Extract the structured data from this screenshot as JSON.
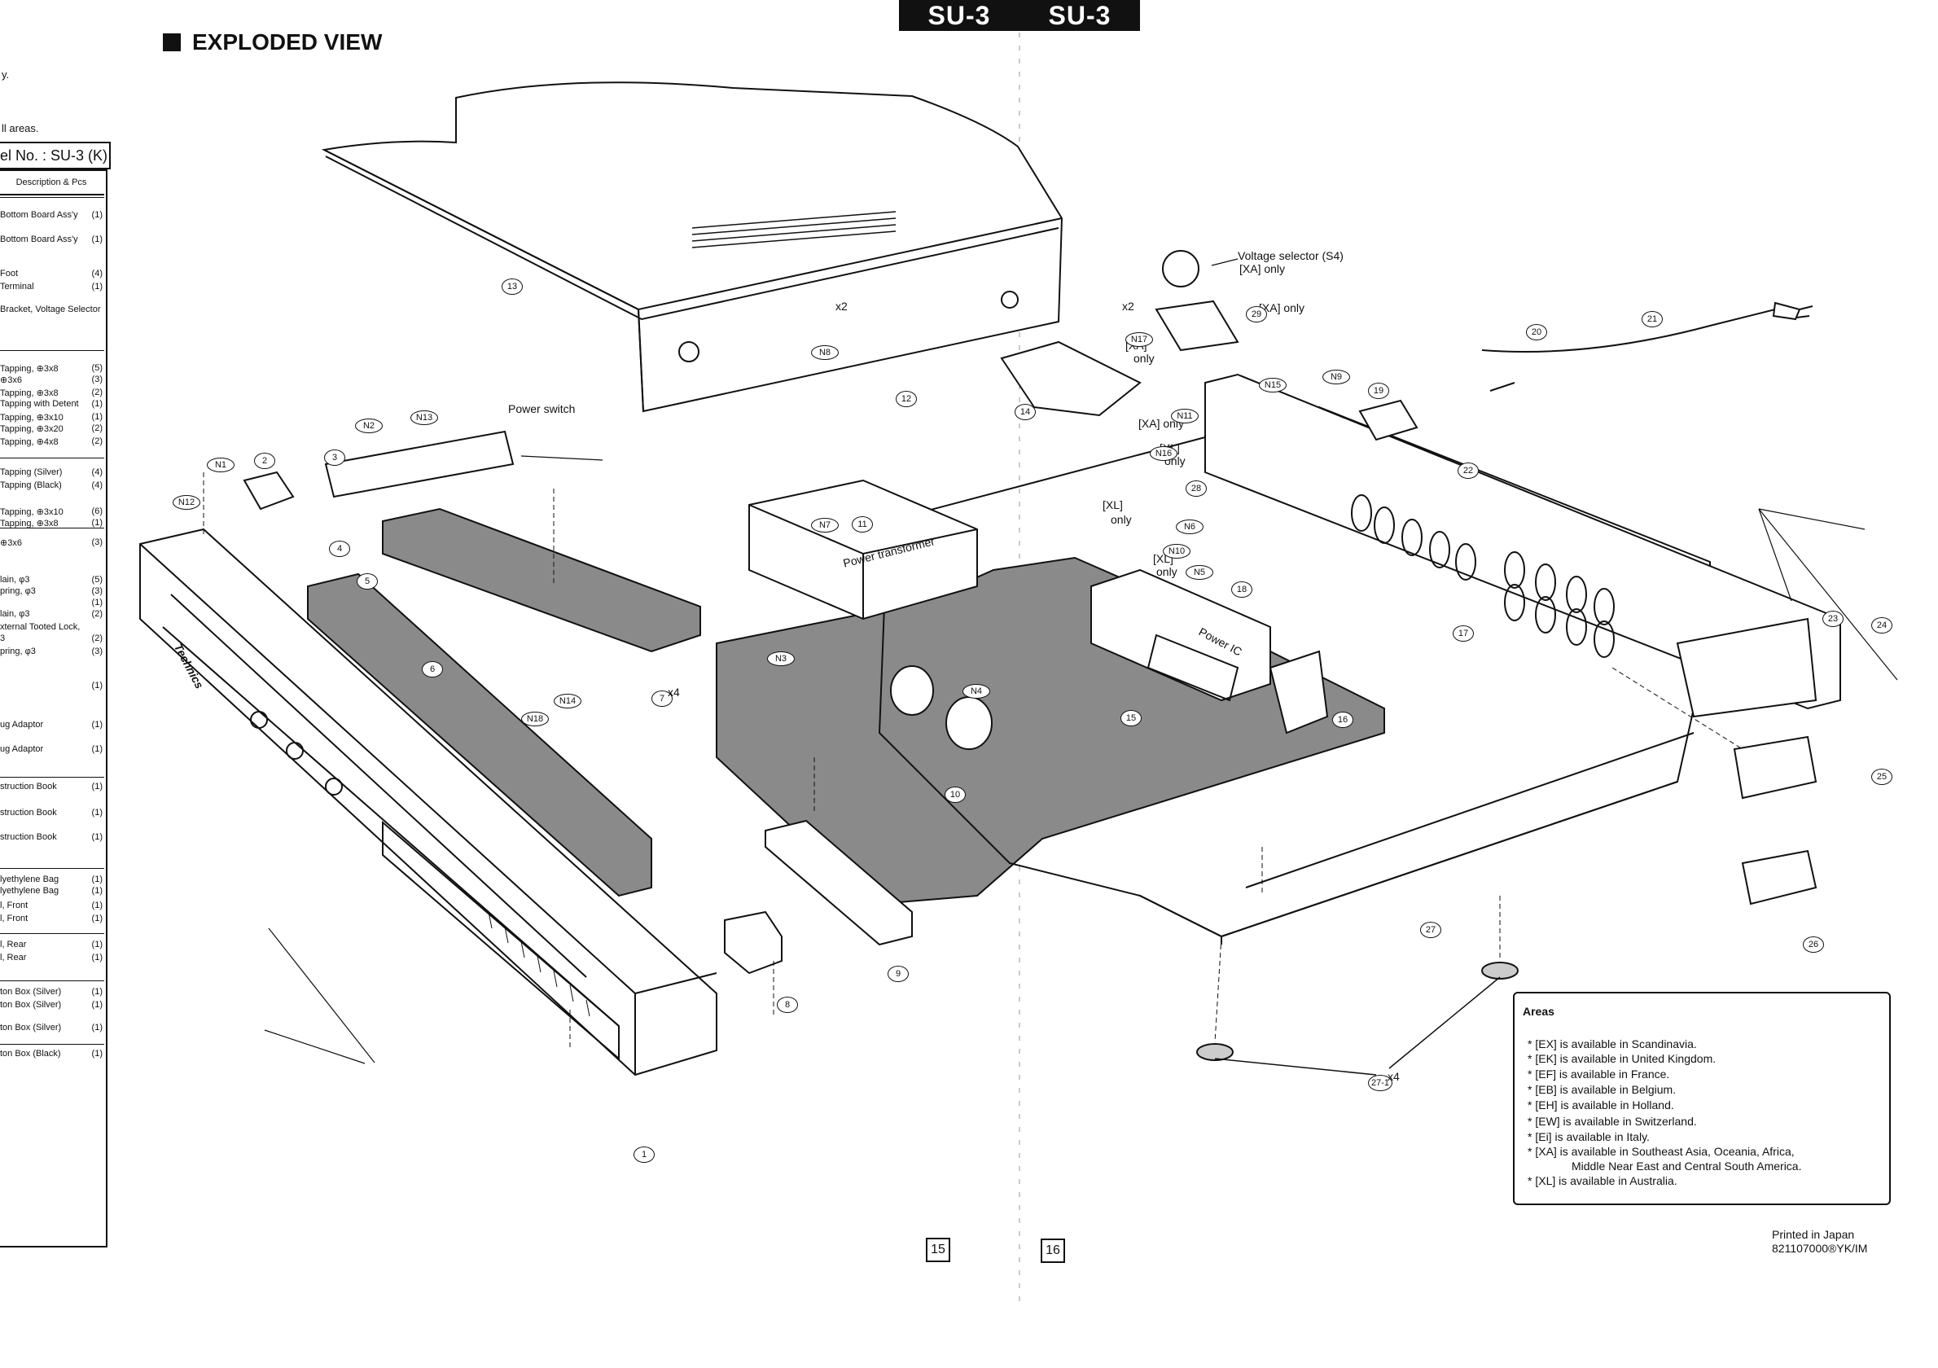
{
  "header": {
    "badge_left": "SU-3",
    "badge_right": "SU-3"
  },
  "title": "EXPLODED VIEW",
  "left_fragments": [
    "y.",
    "ll areas."
  ],
  "model": "el No. : SU-3 (K)",
  "table": {
    "header": "Description & Pcs",
    "rows": [
      {
        "d": "Bottom Board Ass'y",
        "q": "(1)"
      },
      {
        "d": "Bottom Board Ass'y",
        "q": "(1)"
      },
      {
        "d": "Foot",
        "q": "(4)"
      },
      {
        "d": "Terminal",
        "q": "(1)"
      },
      {
        "d": "Bracket, Voltage Selector",
        "q": ""
      },
      {
        "d": "Tapping, ⊕3x8",
        "q": "(5)"
      },
      {
        "d": "⊕3x6",
        "q": "(3)"
      },
      {
        "d": "Tapping, ⊕3x8",
        "q": "(2)"
      },
      {
        "d": "Tapping with Detent",
        "q": "(1)"
      },
      {
        "d": "Tapping, ⊕3x10",
        "q": "(1)"
      },
      {
        "d": "Tapping, ⊕3x20",
        "q": "(2)"
      },
      {
        "d": "Tapping, ⊕4x8",
        "q": "(2)"
      },
      {
        "d": "Tapping (Silver)",
        "q": "(4)"
      },
      {
        "d": "Tapping (Black)",
        "q": "(4)"
      },
      {
        "d": "Tapping, ⊕3x10",
        "q": "(6)"
      },
      {
        "d": "Tapping, ⊕3x8",
        "q": "(1)"
      },
      {
        "d": "⊕3x6",
        "q": "(3)"
      },
      {
        "d": "lain, φ3",
        "q": "(5)"
      },
      {
        "d": "pring, φ3",
        "q": "(3)"
      },
      {
        "d": "",
        "q": "(1)"
      },
      {
        "d": "lain, φ3",
        "q": "(2)"
      },
      {
        "d": "xternal Tooted Lock,",
        "q": ""
      },
      {
        "d": "3",
        "q": "(2)"
      },
      {
        "d": "pring, φ3",
        "q": "(3)"
      },
      {
        "d": "",
        "q": "(1)"
      },
      {
        "d": "ug Adaptor",
        "q": "(1)"
      },
      {
        "d": "ug Adaptor",
        "q": "(1)"
      },
      {
        "d": "struction Book",
        "q": "(1)"
      },
      {
        "d": "struction Book",
        "q": "(1)"
      },
      {
        "d": "struction Book",
        "q": "(1)"
      },
      {
        "d": "lyethylene Bag",
        "q": "(1)"
      },
      {
        "d": "lyethylene Bag",
        "q": "(1)"
      },
      {
        "d": "l, Front",
        "q": "(1)"
      },
      {
        "d": "l, Front",
        "q": "(1)"
      },
      {
        "d": "l, Rear",
        "q": "(1)"
      },
      {
        "d": "l, Rear",
        "q": "(1)"
      },
      {
        "d": "ton Box (Silver)",
        "q": "(1)"
      },
      {
        "d": "ton Box (Silver)",
        "q": "(1)"
      },
      {
        "d": "ton Box (Silver)",
        "q": "(1)"
      },
      {
        "d": "ton Box (Black)",
        "q": "(1)"
      }
    ]
  },
  "labels": {
    "power_switch": "Power switch",
    "power_transformer": "Power transformer",
    "power_ic": "Power IC",
    "voltage_selector": "Voltage selector (S4)",
    "xa_only": "[XA] only",
    "xa_only_b": "[XA] only",
    "xa_only_c": "[XA]",
    "only": "only",
    "xa_only_d": "[XA] only",
    "xl_only": "[XL]",
    "xl_only_b": "[XL]",
    "xl_only_c": "[XL]",
    "only_b": "only",
    "only_c": "only",
    "only_d": "only",
    "x2_a": "x2",
    "x2_b": "x2",
    "x4_a": "x4",
    "x4_b": "x4"
  },
  "callouts": {
    "n1": "N1",
    "n2": "N2",
    "n3": "N3",
    "n4": "N4",
    "n5": "N5",
    "n6": "N6",
    "n7": "N7",
    "n8": "N8",
    "n9": "N9",
    "n10": "N10",
    "n11": "N11",
    "n12": "N12",
    "n13": "N13",
    "n14": "N14",
    "n15": "N15",
    "n16": "N16",
    "n17": "N17",
    "n18": "N18",
    "p1": "1",
    "p2": "2",
    "p3": "3",
    "p4": "4",
    "p5": "5",
    "p6": "6",
    "p7": "7",
    "p8": "8",
    "p9": "9",
    "p10": "10",
    "p11": "11",
    "p12": "12",
    "p13": "13",
    "p14": "14",
    "p15": "15",
    "p16": "16",
    "p17": "17",
    "p18": "18",
    "p19": "19",
    "p20": "20",
    "p21": "21",
    "p22": "22",
    "p23": "23",
    "p24": "24",
    "p25": "25",
    "p26": "26",
    "p27": "27",
    "p28": "28",
    "p29": "29",
    "p27_1": "27-1"
  },
  "brand_text": "Technics",
  "areas": {
    "title": "Areas",
    "items": [
      "* [EX] is available in Scandinavia.",
      "* [EK] is available in United Kingdom.",
      "* [EF] is available in France.",
      "* [EB] is available in Belgium.",
      "* [EH] is available in Holland.",
      "* [EW] is available in Switzerland.",
      "* [Ei] is available in Italy.",
      "* [XA] is available in Southeast Asia, Oceania, Africa,",
      "Middle Near East and Central South America.",
      "* [XL] is available in Australia."
    ]
  },
  "pages": {
    "left": "15",
    "right": "16"
  },
  "printed": {
    "line1": "Printed in Japan",
    "line2": "821107000®YK/IM"
  },
  "colors": {
    "ink": "#111111",
    "board_fill": "#8a8a8a",
    "paper": "#ffffff"
  }
}
